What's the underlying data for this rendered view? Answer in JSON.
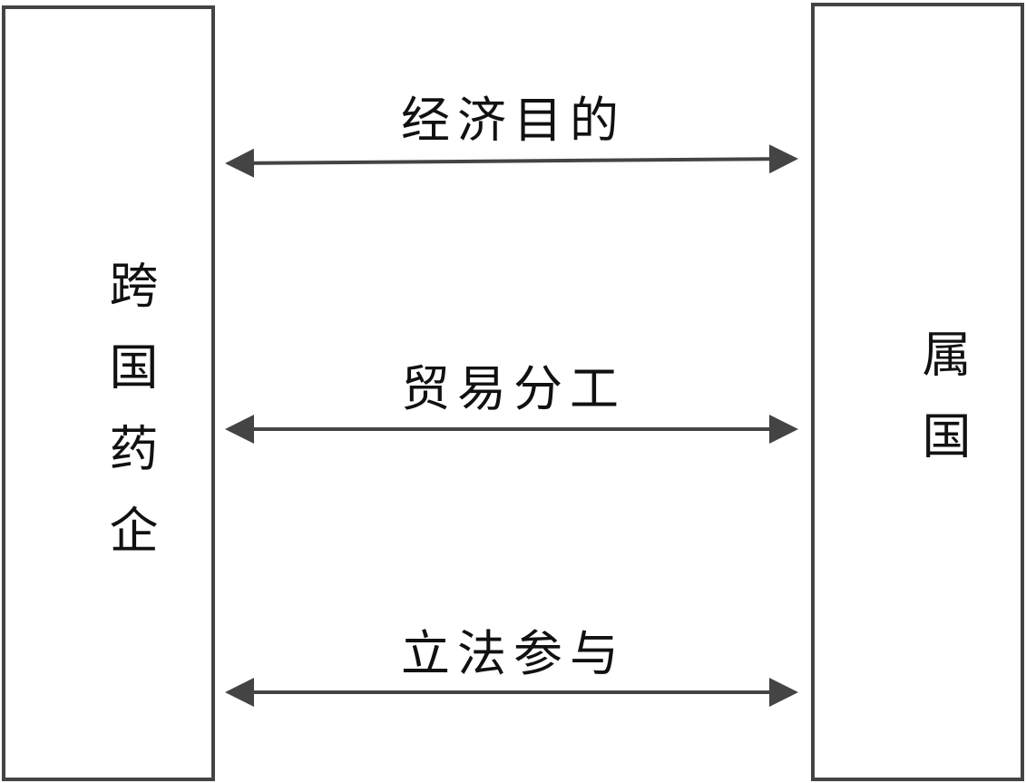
{
  "left_entity": {
    "label": "跨国药企"
  },
  "right_entity": {
    "label": "属国"
  },
  "relations": [
    {
      "label": "经济目的"
    },
    {
      "label": "贸易分工"
    },
    {
      "label": "立法参与"
    }
  ],
  "colors": {
    "stroke": "#444444",
    "text": "#111111",
    "background": "#ffffff"
  }
}
